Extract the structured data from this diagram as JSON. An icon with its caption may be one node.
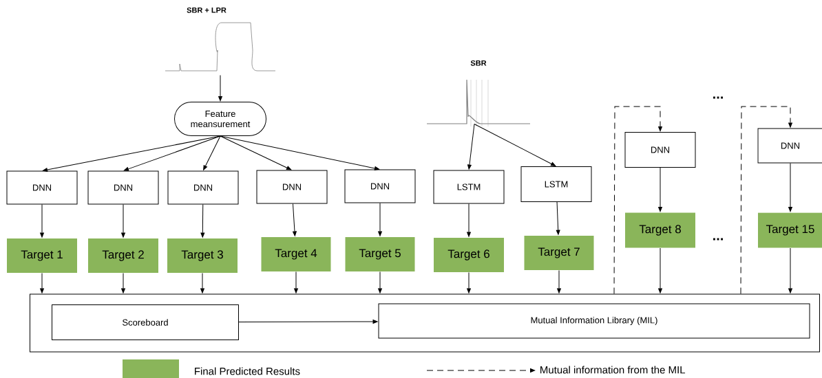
{
  "diagram": {
    "nodes": [
      {
        "text": [],
        "shape": "picture",
        "beside": [
          "SBR + LPR"
        ]
      },
      {
        "text": [
          "Feature meansurement"
        ]
      },
      {
        "text": [],
        "shape": "picture",
        "beside": [
          "SBR"
        ]
      },
      {
        "text": [
          "DNN"
        ]
      },
      {
        "text": [
          "DNN"
        ]
      },
      {
        "text": [
          "DNN"
        ]
      },
      {
        "text": [
          "DNN"
        ]
      },
      {
        "text": [
          "DNN"
        ]
      },
      {
        "text": [
          "LSTM"
        ]
      },
      {
        "text": [
          "LSTM"
        ]
      },
      {
        "text": [
          "DNN"
        ]
      },
      {
        "text": [
          "DNN"
        ]
      },
      {
        "text": [
          "Target 1"
        ]
      },
      {
        "text": [
          "Target 2"
        ]
      },
      {
        "text": [
          "Target 3"
        ]
      },
      {
        "text": [
          "Target 4"
        ]
      },
      {
        "text": [
          "Target 5"
        ]
      },
      {
        "text": [
          "Target 6"
        ]
      },
      {
        "text": [
          "Target 7"
        ]
      },
      {
        "text": [
          "Target 8"
        ]
      },
      {
        "text": [
          "Target 15"
        ]
      },
      {
        "text": [],
        "shape": "box"
      },
      {
        "text": [
          "Scoreboard"
        ],
        "in": 21
      },
      {
        "text": [
          "Mutual Information Library (MIL)"
        ],
        "in": 21
      }
    ],
    "edges": [
      {
        "from": 0,
        "to": 1,
        "arrow": "to"
      },
      {
        "from": 1,
        "to": 3,
        "arrow": "to"
      },
      {
        "from": 1,
        "to": 4,
        "arrow": "to"
      },
      {
        "from": 1,
        "to": 5,
        "arrow": "to"
      },
      {
        "from": 1,
        "to": 6,
        "arrow": "to"
      },
      {
        "from": 1,
        "to": 7,
        "arrow": "to"
      },
      {
        "from": 2,
        "to": 8,
        "arrow": "to"
      },
      {
        "from": 2,
        "to": 9,
        "arrow": "to"
      },
      {
        "from": 21,
        "to": 10,
        "arrow": "to",
        "style": "dashed"
      },
      {
        "from": 21,
        "to": 11,
        "arrow": "to",
        "style": "dashed"
      },
      {
        "from": 3,
        "to": 12,
        "arrow": "to"
      },
      {
        "from": 4,
        "to": 13,
        "arrow": "to"
      },
      {
        "from": 5,
        "to": 14,
        "arrow": "to"
      },
      {
        "from": 6,
        "to": 15,
        "arrow": "to"
      },
      {
        "from": 7,
        "to": 16,
        "arrow": "to"
      },
      {
        "from": 8,
        "to": 17,
        "arrow": "to"
      },
      {
        "from": 9,
        "to": 18,
        "arrow": "to"
      },
      {
        "from": 10,
        "to": 19,
        "arrow": "to"
      },
      {
        "from": 11,
        "to": 20,
        "arrow": "to"
      },
      {
        "from": 12,
        "to": 21,
        "arrow": "to"
      },
      {
        "from": 13,
        "to": 21,
        "arrow": "to"
      },
      {
        "from": 14,
        "to": 21,
        "arrow": "to"
      },
      {
        "from": 15,
        "to": 21,
        "arrow": "to"
      },
      {
        "from": 16,
        "to": 21,
        "arrow": "to"
      },
      {
        "from": 17,
        "to": 21,
        "arrow": "to"
      },
      {
        "from": 18,
        "to": 21,
        "arrow": "to"
      },
      {
        "from": 19,
        "to": 21,
        "arrow": "to"
      },
      {
        "from": 20,
        "to": 21,
        "arrow": "to"
      },
      {
        "from": 22,
        "to": 23,
        "arrow": "to"
      }
    ],
    "labels": [
      "...",
      "..."
    ],
    "legend": [
      {
        "text": "Final Predicted Results",
        "color": "#8ab55a"
      },
      {
        "text": "Mutual information from the MIL"
      }
    ]
  }
}
